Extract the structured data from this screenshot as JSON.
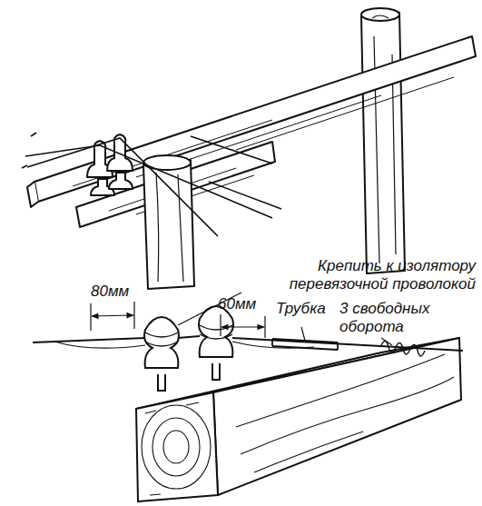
{
  "diagram": {
    "labels": [
      "Крепить к изолятору перевязочной проволокой",
      "80мм",
      "60мм",
      "Трубка",
      "3 свободных оборота"
    ]
  }
}
